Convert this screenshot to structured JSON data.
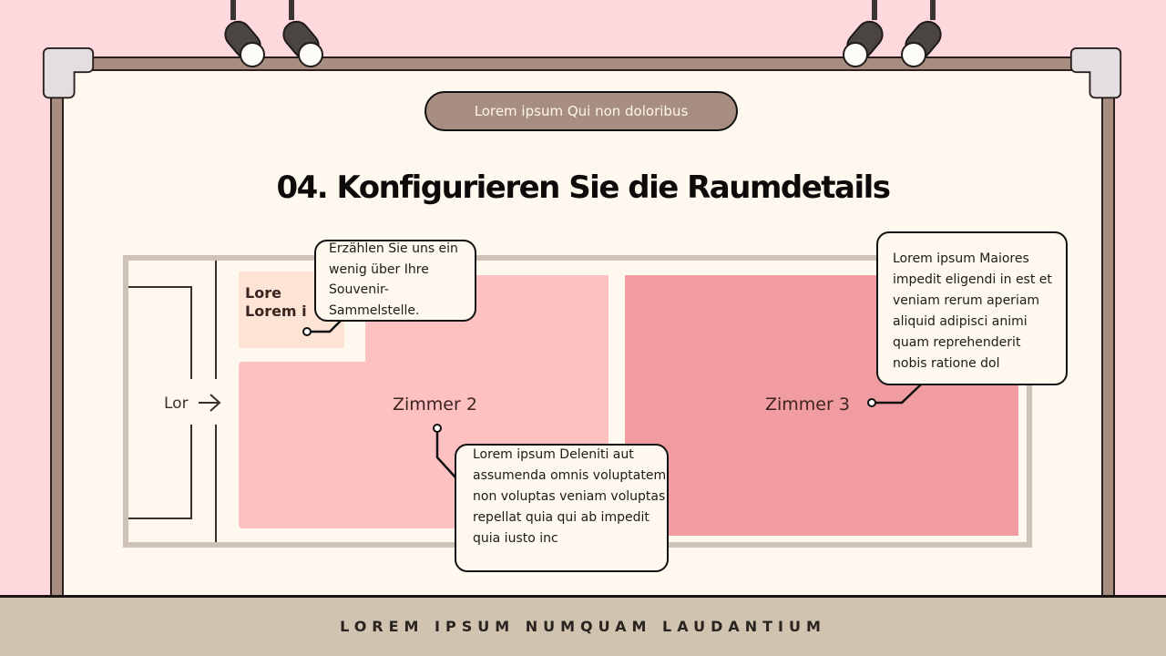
{
  "header": {
    "pill_label": "Lorem ipsum Qui non doloribus",
    "title": "04. Konfigurieren Sie die Raumdetails"
  },
  "colors": {
    "background_pink": "#fdd8dc",
    "frame_brown": "#a88e80",
    "canvas_cream": "#fef8ee",
    "room_peach": "#fde4d4",
    "room_pink": "#fdc1c2",
    "room_rose": "#f09ca1",
    "footer_beige": "#d0c4b0"
  },
  "floor_plan": {
    "entrance_label": "Lor",
    "entrance_icon": "arrow-right-icon",
    "rooms": [
      {
        "id": "room-1",
        "label": "Lore Lorem i",
        "label_lines": [
          "Lore",
          "Lorem i"
        ]
      },
      {
        "id": "room-2",
        "label": "Zimmer 2"
      },
      {
        "id": "room-3",
        "label": "Zimmer 3"
      }
    ]
  },
  "callouts": [
    {
      "target": "room-1",
      "text": "Erzählen Sie uns ein wenig über Ihre Souvenir-Sammelstelle."
    },
    {
      "target": "room-2",
      "text": "Lorem ipsum Deleniti aut assumenda omnis voluptatem non voluptas veniam voluptas repellat quia qui ab impedit quia iusto inc"
    },
    {
      "target": "room-3",
      "text": "Lorem ipsum Maiores impedit eligendi in est et veniam rerum aperiam aliquid adipisci animi quam reprehenderit nobis ratione dol"
    }
  ],
  "footer": {
    "text": "LOREM IPSUM NUMQUAM LAUDANTIUM"
  }
}
